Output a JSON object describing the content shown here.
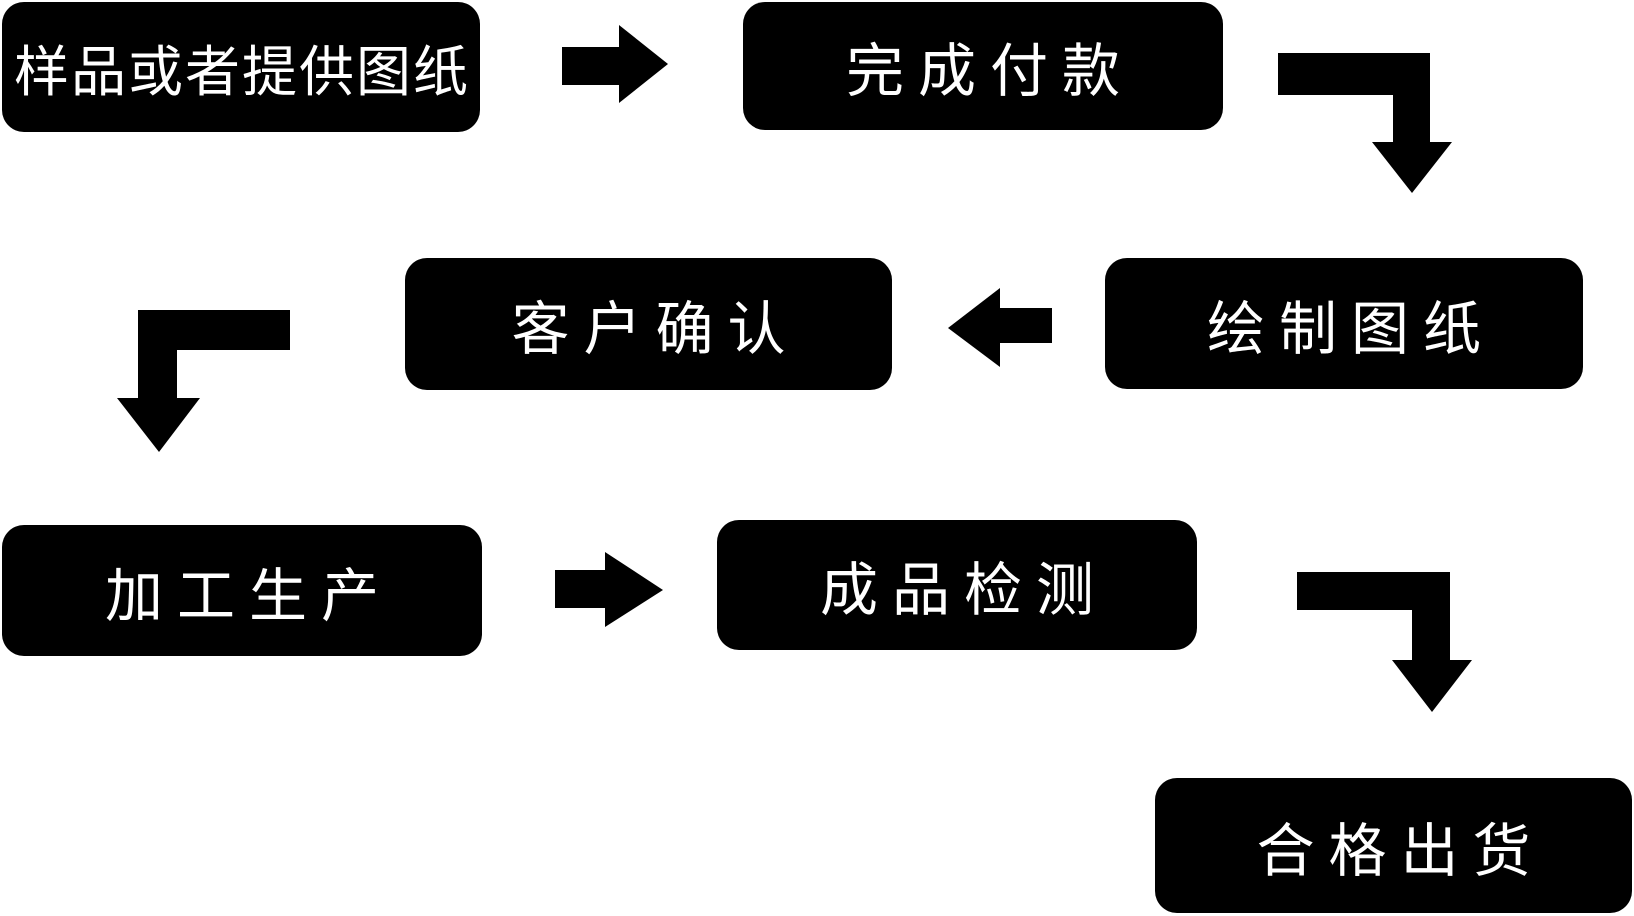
{
  "diagram": {
    "type": "flowchart",
    "background_color": "#ffffff",
    "node_fill_color": "#000000",
    "node_text_color": "#ffffff",
    "nodes": [
      {
        "id": "sample",
        "label": "样品或者提供图纸"
      },
      {
        "id": "payment",
        "label": "完成付款"
      },
      {
        "id": "draw",
        "label": "绘制图纸"
      },
      {
        "id": "confirm",
        "label": "客户确认"
      },
      {
        "id": "production",
        "label": "加工生产"
      },
      {
        "id": "inspection",
        "label": "成品检测"
      },
      {
        "id": "shipment",
        "label": "合格出货"
      }
    ],
    "arrows": [
      {
        "from": "样品或者提供图纸",
        "to": "完成付款",
        "shape": "straight-right"
      },
      {
        "from": "完成付款",
        "to": "绘制图纸",
        "shape": "elbow-right-down"
      },
      {
        "from": "绘制图纸",
        "to": "客户确认",
        "shape": "straight-left"
      },
      {
        "from": "客户确认",
        "to": "加工生产",
        "shape": "elbow-left-down"
      },
      {
        "from": "加工生产",
        "to": "成品检测",
        "shape": "straight-right"
      },
      {
        "from": "成品检测",
        "to": "合格出货",
        "shape": "elbow-right-down"
      }
    ]
  }
}
